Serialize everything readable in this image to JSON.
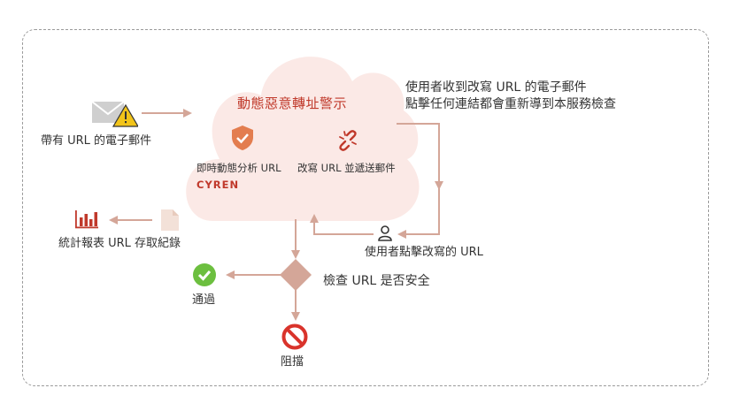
{
  "cloud": {
    "title": "動態惡意轉址警示",
    "feature_left": "即時動態分析 URL",
    "feature_left_brand": "CYREN",
    "feature_right": "改寫 URL 並遞送郵件"
  },
  "email_with_url": "帶有 URL 的電子郵件",
  "user_receive_line1": "使用者收到改寫 URL 的電子郵件",
  "user_receive_line2": "點擊任何連結都會重新導到本服務檢查",
  "user_click": "使用者點擊改寫的 URL",
  "check_url": "檢查 URL 是否安全",
  "pass": "通過",
  "block": "阻擋",
  "reports_log": "統計報表 URL 存取紀錄",
  "colors": {
    "accent_red": "#c0392b",
    "arrow": "#d4a698",
    "cloud_fill": "#fbe9e6",
    "pass_green": "#6cbf3f",
    "block_red": "#d9332b"
  },
  "icons": {
    "envelope": "envelope-warning-icon",
    "shield": "shield-check-icon",
    "broken_link": "broken-link-icon",
    "user": "user-icon",
    "report": "bar-chart-icon",
    "document": "document-icon",
    "pass": "check-circle-icon",
    "block": "no-entry-icon"
  }
}
